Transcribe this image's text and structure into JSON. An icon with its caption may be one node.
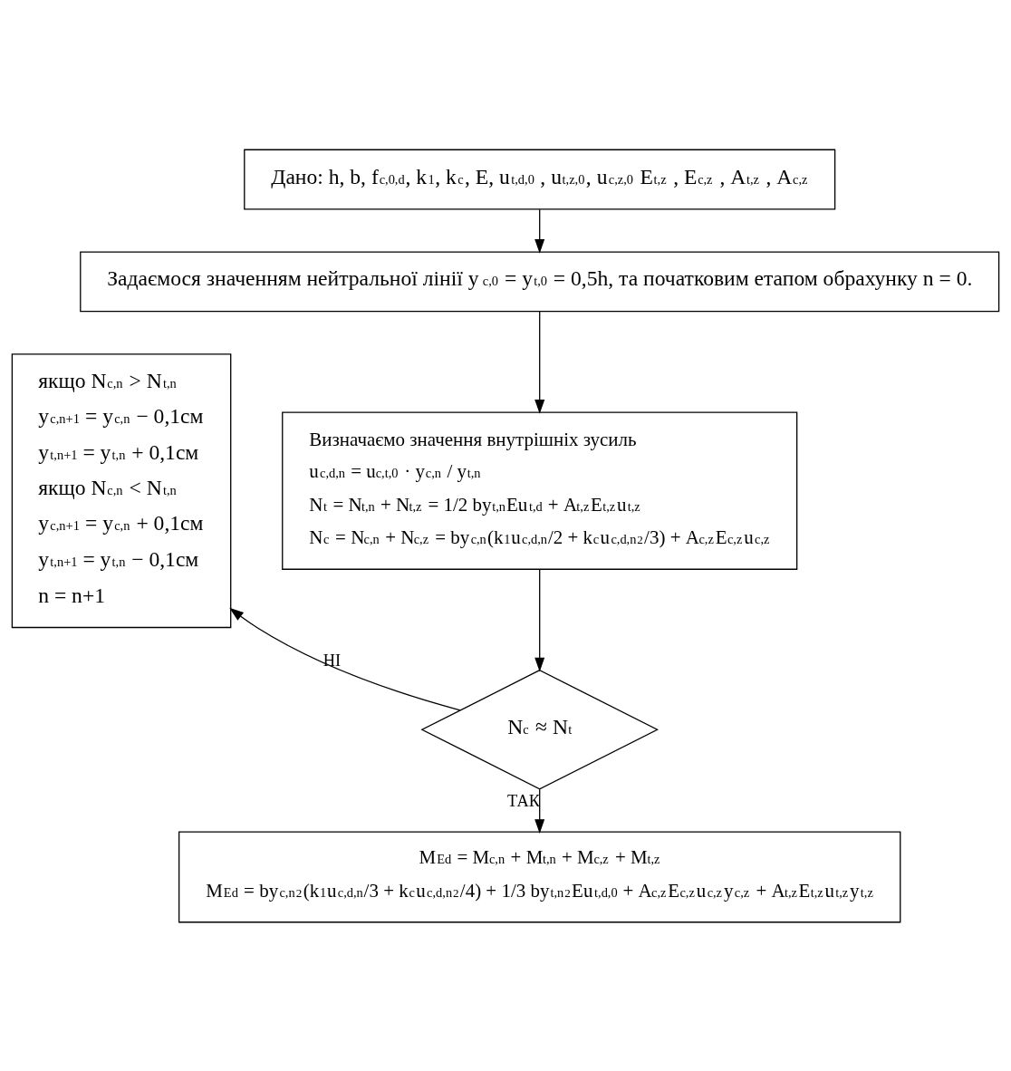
{
  "diagram": {
    "nodes": [
      {
        "text": [
          "Дано: h, b, f$_{c,0,d}$, k$_{1}$, k$_{c}$, E, u$_{t,d,0}$ , u$_{t,z,0}$, u$_{c,z,0}$ E$_{t,z}$ , E$_{c,z}$ , A$_{t,z}$ , A$_{c,z}$"
        ]
      },
      {
        "text": [
          "Задаємося значенням нейтральної лінії y$_{c,0}$ = y$_{t,0}$ = 0,5h, та початковим етапом обрахунку n = 0."
        ]
      },
      {
        "text": [
          "якщо N$_{c,n}$ > N$_{t,n}$",
          "y$_{c,n+1}$ = y$_{c,n}$ − 0,1см",
          "y$_{t,n+1}$ = y$_{t,n}$ + 0,1см",
          "якщо N$_{c,n}$ < N$_{t,n}$",
          "y$_{c,n+1}$ = y$_{c,n}$ + 0,1см",
          "y$_{t,n+1}$ = y$_{t,n}$ − 0,1см",
          "n = n+1"
        ]
      },
      {
        "text": [
          "Визначаємо значення внутрішніх зусиль",
          "u$_{c,d,n}$ = u$_{c,t,0}$ · y$_{c,n}$ / y$_{t,n}$",
          "N$_{t}$ = N$_{t,n}$ + N$_{t,z}$ = 1/2 by$_{t,n}$Eu$_{t,d}$ + A$_{t,z}$E$_{t,z}$u$_{t,z}$",
          "N$_{c}$ = N$_{c,n}$ + N$_{c,z}$ = by$_{c,n}$(k$_{1}$u$_{c,d,n}$/2 + k$_{c}$u$_{c,d,n}$$^{2}$/3) + A$_{c,z}$E$_{c,z}$u$_{c,z}$"
        ]
      },
      {
        "text": [
          "N$_{c}$ ≈ N$_{t}$"
        ]
      },
      {
        "text": [
          "M$_{Ed}$ = M$_{c,n}$ + M$_{t,n}$ + M$_{c,z}$ + M$_{t,z}$",
          "M$_{Ed}$ = by$_{c,n}$$^{2}$(k$_{1}$u$_{c,d,n}$/3 + k$_{c}$u$_{c,d,n}$$^{2}$/4) + 1/3 by$_{t,n}$$^{2}$Eu$_{t,d,0}$ + A$_{c,z}$E$_{c,z}$u$_{c,z}$y$_{c,z}$ + A$_{t,z}$E$_{t,z}$u$_{t,z}$y$_{t,z}$"
        ]
      }
    ],
    "edges": [
      {
        "from": 0,
        "to": 1,
        "arrow": "to"
      },
      {
        "from": 1,
        "to": 3,
        "arrow": "to"
      },
      {
        "from": 3,
        "to": 4,
        "arrow": "to"
      },
      {
        "from": 4,
        "to": 2,
        "arrow": "to",
        "label": "НІ"
      },
      {
        "from": 4,
        "to": 5,
        "arrow": "to",
        "label": "ТАК"
      }
    ]
  }
}
